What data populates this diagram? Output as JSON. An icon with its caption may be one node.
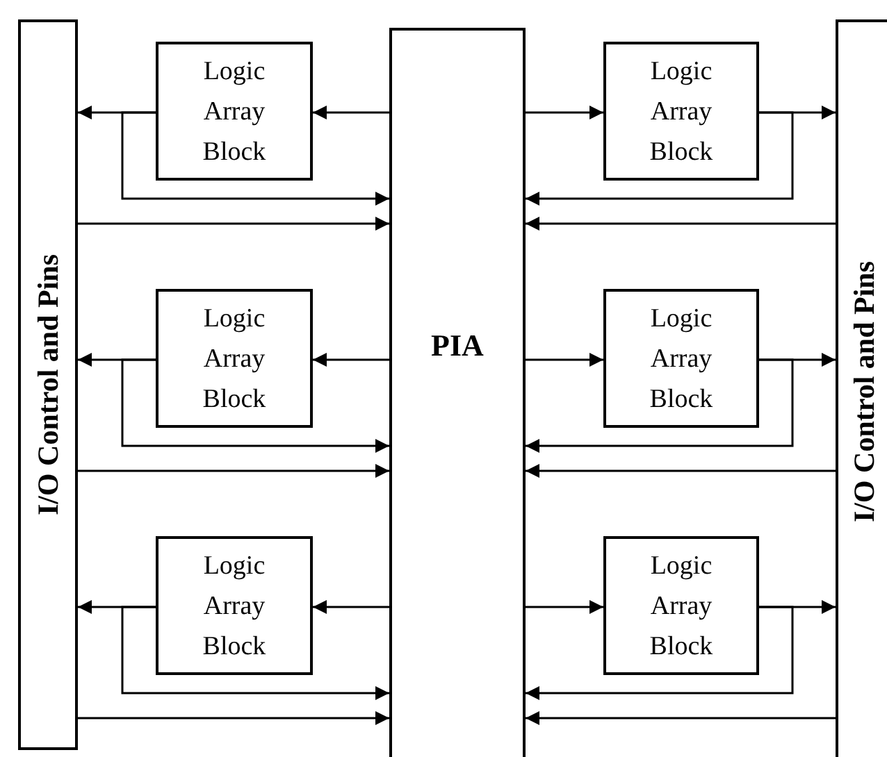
{
  "diagram": {
    "nodes": [
      {
        "text": [
          "I/O Control and Pins"
        ]
      },
      {
        "text": [
          "PIA"
        ]
      },
      {
        "text": [
          "I/O Control and Pins"
        ]
      },
      {
        "text": [
          "Logic Array Block"
        ]
      },
      {
        "text": [
          "Logic Array Block"
        ]
      },
      {
        "text": [
          "Logic Array Block"
        ]
      },
      {
        "text": [
          "Logic Array Block"
        ]
      },
      {
        "text": [
          "Logic Array Block"
        ]
      },
      {
        "text": [
          "Logic Array Block"
        ]
      }
    ],
    "edges": [
      {
        "from": 1,
        "to": 3,
        "arrow": "to"
      },
      {
        "from": 3,
        "to": 0,
        "arrow": "to"
      },
      {
        "from": 3,
        "to": 1,
        "arrow": "to"
      },
      {
        "from": 0,
        "to": 1,
        "arrow": "to"
      },
      {
        "from": 1,
        "to": 4,
        "arrow": "to"
      },
      {
        "from": 4,
        "to": 2,
        "arrow": "to"
      },
      {
        "from": 4,
        "to": 1,
        "arrow": "to"
      },
      {
        "from": 2,
        "to": 1,
        "arrow": "to"
      },
      {
        "from": 1,
        "to": 5,
        "arrow": "to"
      },
      {
        "from": 5,
        "to": 0,
        "arrow": "to"
      },
      {
        "from": 5,
        "to": 1,
        "arrow": "to"
      },
      {
        "from": 0,
        "to": 1,
        "arrow": "to"
      },
      {
        "from": 1,
        "to": 6,
        "arrow": "to"
      },
      {
        "from": 6,
        "to": 2,
        "arrow": "to"
      },
      {
        "from": 6,
        "to": 1,
        "arrow": "to"
      },
      {
        "from": 2,
        "to": 1,
        "arrow": "to"
      },
      {
        "from": 1,
        "to": 7,
        "arrow": "to"
      },
      {
        "from": 7,
        "to": 0,
        "arrow": "to"
      },
      {
        "from": 7,
        "to": 1,
        "arrow": "to"
      },
      {
        "from": 0,
        "to": 1,
        "arrow": "to"
      },
      {
        "from": 1,
        "to": 8,
        "arrow": "to"
      },
      {
        "from": 8,
        "to": 2,
        "arrow": "to"
      },
      {
        "from": 8,
        "to": 1,
        "arrow": "to"
      },
      {
        "from": 2,
        "to": 1,
        "arrow": "to"
      }
    ]
  }
}
